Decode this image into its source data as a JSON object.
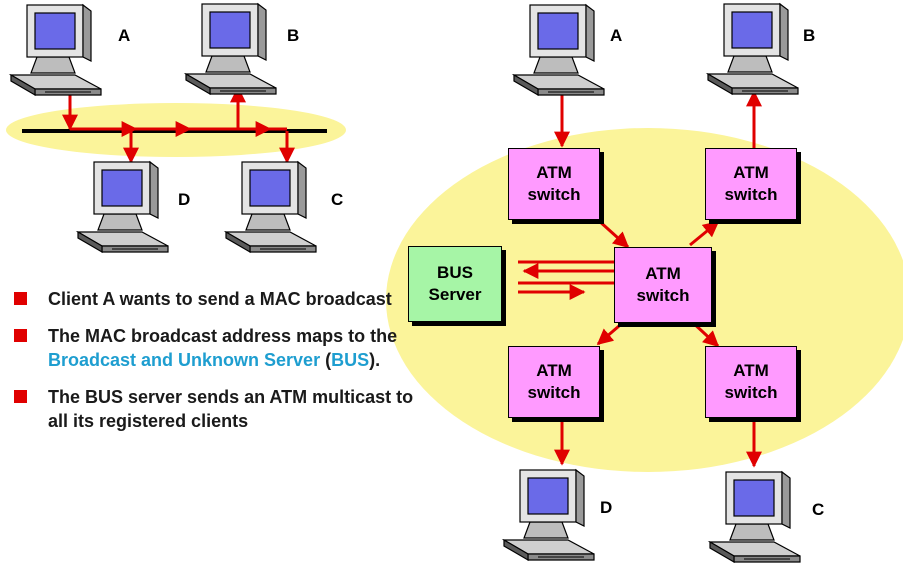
{
  "lan_labels": {
    "a": "A",
    "b": "B",
    "c": "C",
    "d": "D"
  },
  "atm_labels": {
    "a": "A",
    "b": "B",
    "c": "C",
    "d": "D"
  },
  "switch_line1": "ATM",
  "switch_line2": "switch",
  "bus_line1": "BUS",
  "bus_line2": "Server",
  "bullets": [
    {
      "text": "Client A wants to send a MAC broadcast"
    },
    {
      "pre": "The MAC broadcast address maps to the ",
      "hl1": "Broadcast and Unknown Server",
      "mid": " (",
      "hl2": "BUS",
      "post": ")."
    },
    {
      "text": "The BUS server sends an ATM multicast to all its registered clients"
    }
  ],
  "colors": {
    "arrow": "#e00000",
    "ellipse": "#fbf49a",
    "switch": "#ff9aff",
    "bus": "#a6f5a6",
    "highlight": "#1e9ed0"
  },
  "icons": [
    "desktop-computer-icon",
    "right-arrow-icon",
    "bullet-square-icon"
  ]
}
